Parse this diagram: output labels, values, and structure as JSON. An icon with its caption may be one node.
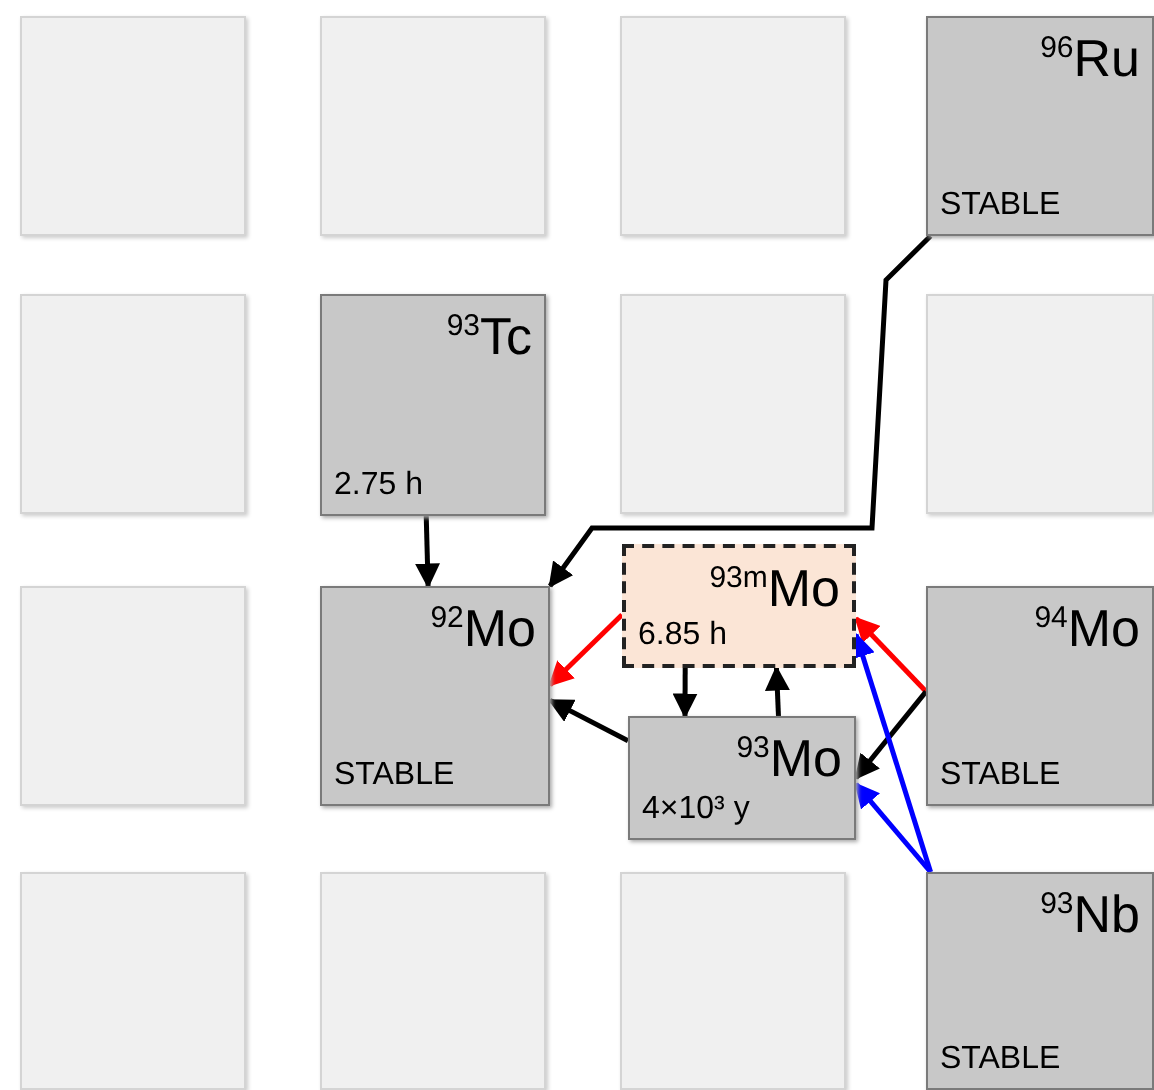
{
  "diagram": {
    "nodes": [
      {
        "text": [],
        "shape": "box"
      },
      {
        "text": [],
        "shape": "box"
      },
      {
        "text": [],
        "shape": "box"
      },
      {
        "text": [
          "$^{96}$Ru",
          "STABLE"
        ]
      },
      {
        "text": [],
        "shape": "box"
      },
      {
        "text": [
          "$^{93}$Tc",
          "2.75 h"
        ]
      },
      {
        "text": [],
        "shape": "box"
      },
      {
        "text": [],
        "shape": "box"
      },
      {
        "text": [],
        "shape": "box"
      },
      {
        "text": [
          "$^{92}$Mo",
          "STABLE"
        ]
      },
      {
        "text": [
          "$^{93m}$Mo",
          "6.85 h"
        ]
      },
      {
        "text": [
          "$^{94}$Mo",
          "STABLE"
        ]
      },
      {
        "text": [
          "$^{93}$Mo",
          "4×10³ y"
        ]
      },
      {
        "text": [],
        "shape": "box"
      },
      {
        "text": [],
        "shape": "box"
      },
      {
        "text": [],
        "shape": "box"
      },
      {
        "text": [
          "$^{93}$Nb",
          "STABLE"
        ]
      }
    ],
    "edges": [
      {
        "from": 3,
        "to": 9,
        "arrow": "to"
      },
      {
        "from": 5,
        "to": 9,
        "arrow": "to"
      },
      {
        "from": 10,
        "to": 9,
        "arrow": "to",
        "color": "#ff0000"
      },
      {
        "from": 12,
        "to": 9,
        "arrow": "to"
      },
      {
        "from": 10,
        "to": 12,
        "arrow": "to"
      },
      {
        "from": 12,
        "to": 10,
        "arrow": "to"
      },
      {
        "from": 11,
        "to": 10,
        "arrow": "to",
        "color": "#ff0000"
      },
      {
        "from": 11,
        "to": 12,
        "arrow": "to"
      },
      {
        "from": 16,
        "to": 10,
        "arrow": "to",
        "color": "#0000ff"
      },
      {
        "from": 16,
        "to": 12,
        "arrow": "to",
        "color": "#0000ff"
      }
    ]
  }
}
